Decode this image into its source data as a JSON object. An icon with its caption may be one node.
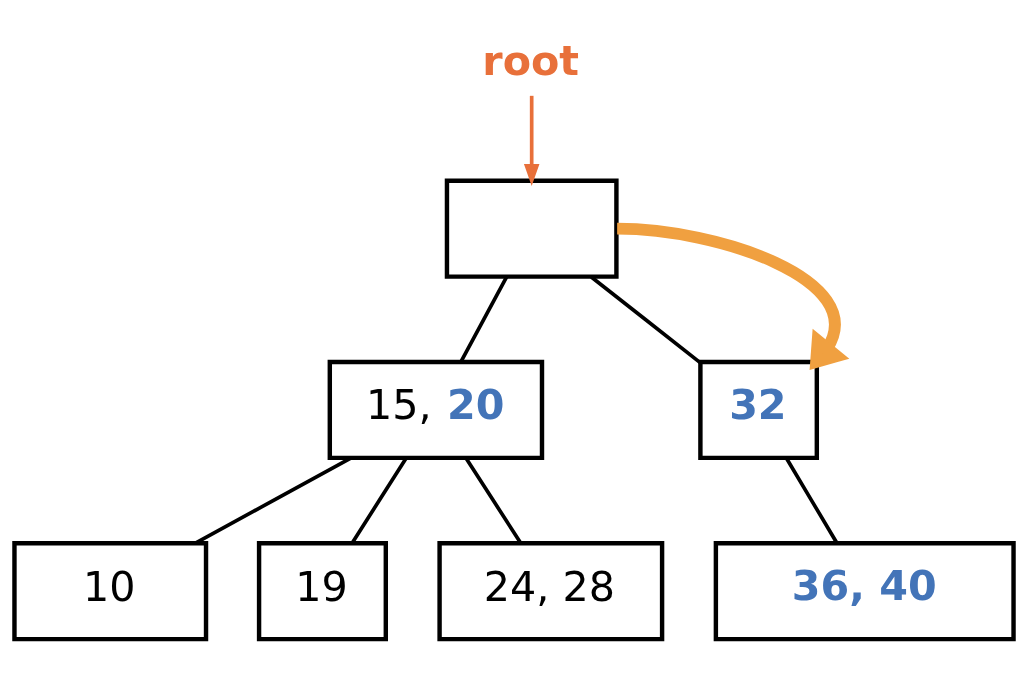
{
  "diagram": {
    "nodes": [
      {
        "text": [
          "root"
        ]
      },
      {
        "text": [],
        "shape": "box"
      },
      {
        "text": [
          "15, **20**"
        ]
      },
      {
        "text": [
          "32"
        ]
      },
      {
        "text": [
          "10"
        ]
      },
      {
        "text": [
          "19"
        ]
      },
      {
        "text": [
          "24, 28"
        ]
      },
      {
        "text": [
          "36, 40"
        ]
      }
    ],
    "edges": [
      {
        "from": 0,
        "to": 1,
        "arrow": "to",
        "color": "#e8703a"
      },
      {
        "from": 1,
        "to": 2,
        "arrow": "none"
      },
      {
        "from": 1,
        "to": 3,
        "arrow": "none"
      },
      {
        "from": 2,
        "to": 4,
        "arrow": "none"
      },
      {
        "from": 2,
        "to": 5,
        "arrow": "none"
      },
      {
        "from": 2,
        "to": 6,
        "arrow": "none"
      },
      {
        "from": 3,
        "to": 7,
        "arrow": "none"
      },
      {
        "from": 1,
        "to": 3,
        "arrow": "to",
        "style": "thick",
        "color": "#f0a040"
      }
    ]
  }
}
